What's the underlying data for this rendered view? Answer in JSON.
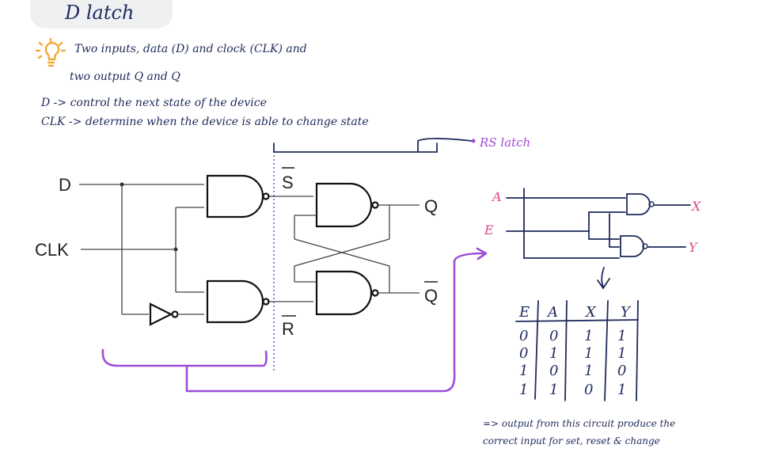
{
  "title": "D latch",
  "notes": {
    "line1": "Two inputs, data (D) and clock (CLK) and",
    "line2": "two output Q and Q",
    "line3": "D -> control the next state of the device",
    "line4": "CLK -> determine when the device is able to change state",
    "rs_label": "RS latch"
  },
  "circuit": {
    "input_d": "D",
    "input_clk": "CLK",
    "s_bar": "S",
    "r_bar": "R",
    "q": "Q",
    "q_bar": "Q"
  },
  "small_circuit": {
    "input_a": "A",
    "input_e": "E",
    "output_x": "X",
    "output_y": "Y"
  },
  "truth_table": {
    "headers": [
      "E",
      "A",
      "X",
      "Y"
    ],
    "rows": [
      [
        "0",
        "0",
        "1",
        "1"
      ],
      [
        "0",
        "1",
        "1",
        "1"
      ],
      [
        "1",
        "0",
        "1",
        "0"
      ],
      [
        "1",
        "1",
        "0",
        "1"
      ]
    ]
  },
  "footer_note": {
    "line1": "=> output from this circuit produce the",
    "line2": "correct input for set, reset & change"
  },
  "colors": {
    "ink": "#1f2a5c",
    "purple": "#9b4ed6",
    "pink": "#d84a8a",
    "bulb": "#f2a93b"
  },
  "icons": [
    "lightbulb-icon",
    "arrow-right-icon",
    "arrow-down-icon"
  ]
}
